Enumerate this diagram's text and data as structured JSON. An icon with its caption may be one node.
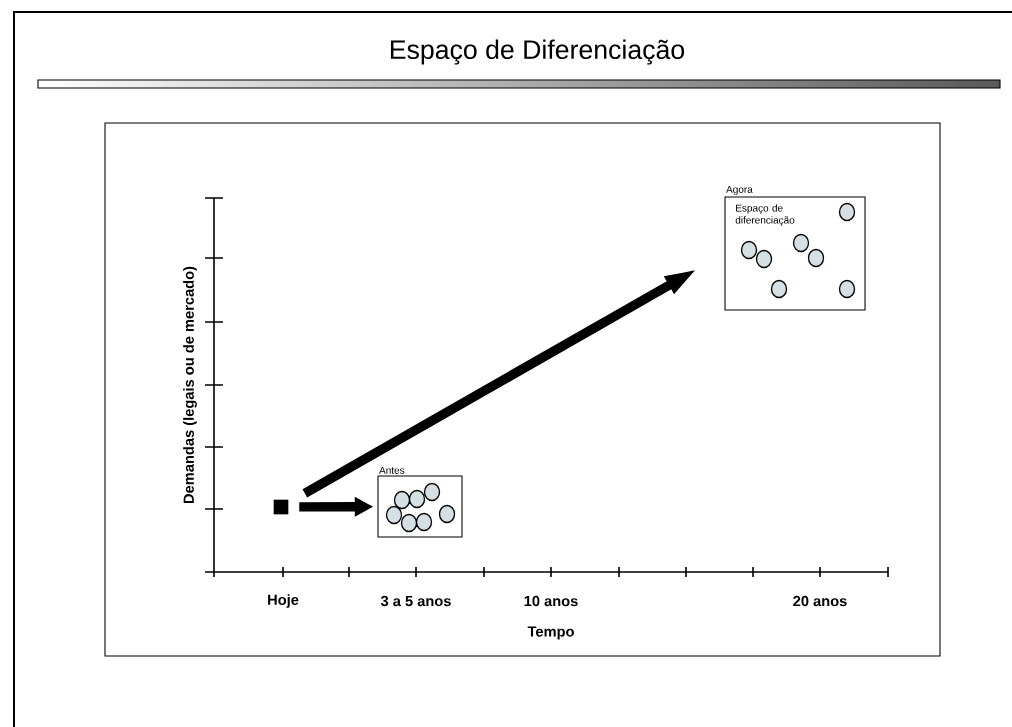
{
  "diagram": {
    "title": "Espaço de Diferenciação",
    "nodes": [
      {
        "text": [],
        "shape": "box"
      },
      {
        "text": [
          "Antes"
        ]
      },
      {
        "text": [
          "Agora",
          "Espaço de diferenciação"
        ]
      }
    ],
    "edges": [
      {
        "from": 0,
        "to": 1,
        "arrow": "to"
      },
      {
        "from": 0,
        "to": 2,
        "arrow": "to"
      }
    ],
    "labels": [
      "Demandas (legais ou de mercado)",
      "Hoje",
      "3 a 5 anos",
      "10 anos",
      "20 anos",
      "Tempo"
    ]
  }
}
